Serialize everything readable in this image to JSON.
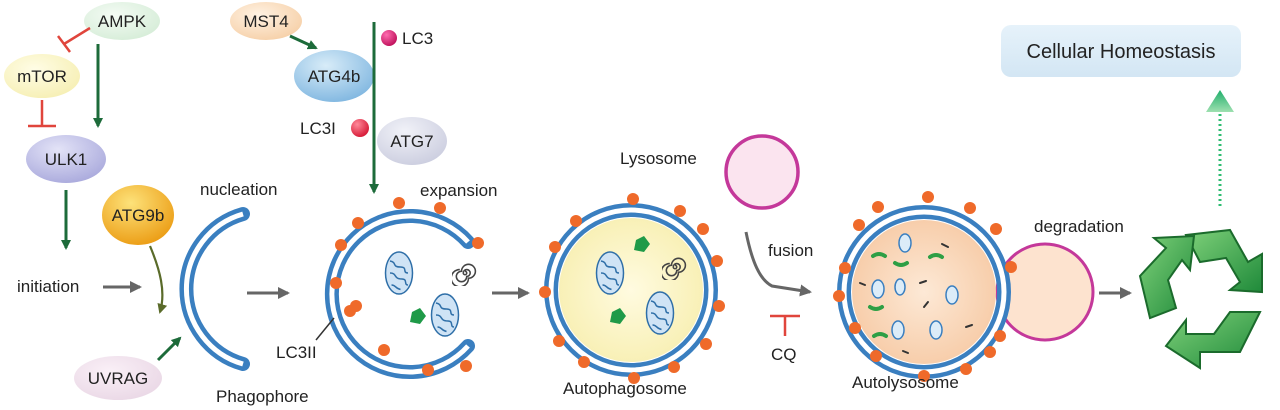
{
  "regulators": {
    "ampk": "AMPK",
    "mtor": "mTOR",
    "ulk1": "ULK1",
    "mst4": "MST4",
    "atg4b": "ATG4b",
    "lc3": "LC3",
    "lc3i": "LC3I",
    "atg7": "ATG7",
    "atg9b": "ATG9b",
    "uvrag": "UVRAG"
  },
  "stages": {
    "initiation": "initiation",
    "nucleation": "nucleation",
    "phagophore": "Phagophore",
    "expansion": "expansion",
    "lc3ii": "LC3II",
    "autophagosome": "Autophagosome",
    "lysosome": "Lysosome",
    "fusion": "fusion",
    "cq": "CQ",
    "autolysosome": "Autolysosome",
    "degradation": "degradation",
    "homeostasis": "Cellular Homeostasis"
  },
  "colors": {
    "activation_arrow": "#1d6b3a",
    "inhibition": "#e0453c",
    "flow_arrow": "#666666",
    "membrane": "#3a7fc0",
    "lc3_dot": "#ef6a2a",
    "lysosome_border": "#c4389a",
    "lysosome_fill": "#fbe4ef",
    "autophagosome_fill": "#fbf4c4",
    "autolysosome_fill": "#fbe3cc",
    "homeostasis_bg": "#dcebf6",
    "recycle_green": "#2e9f45"
  }
}
